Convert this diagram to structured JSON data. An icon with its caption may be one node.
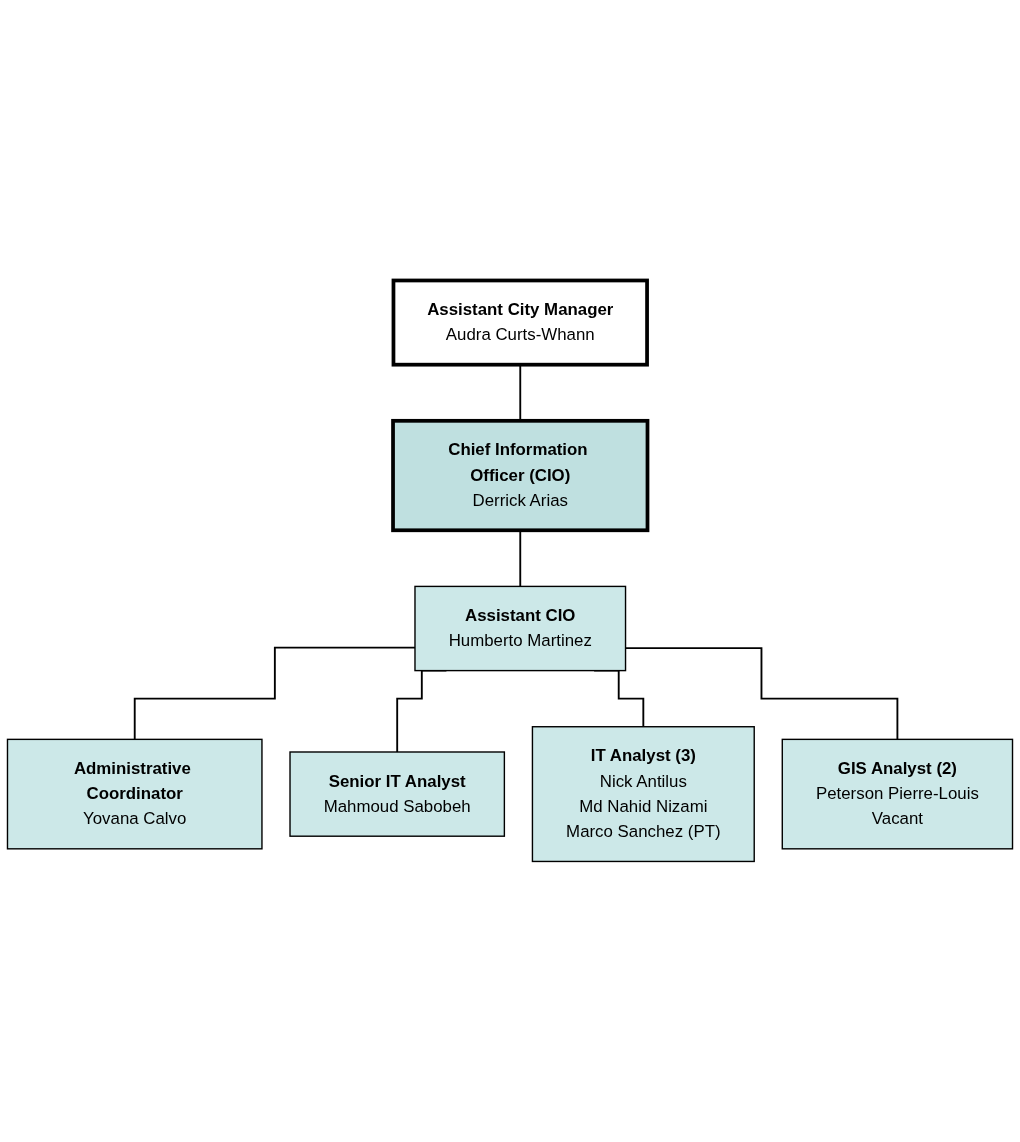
{
  "diagram": {
    "nodes": [
      {
        "text": [
          "Assistant City Manager",
          "Audra Curts-Whann"
        ]
      },
      {
        "text": [
          "Chief Information Officer (CIO)",
          "Derrick Arias"
        ]
      },
      {
        "text": [
          "Assistant CIO",
          "Humberto Martinez"
        ]
      },
      {
        "text": [
          "Administrative Coordinator",
          "Yovana Calvo"
        ]
      },
      {
        "text": [
          "Senior IT Analyst",
          "Mahmoud Sabobeh"
        ]
      },
      {
        "text": [
          "IT Analyst (3)",
          "Nick Antilus",
          "Md Nahid Nizami",
          "Marco Sanchez (PT)"
        ]
      },
      {
        "text": [
          "GIS Analyst (2)",
          "Peterson Pierre-Louis",
          "Vacant"
        ]
      }
    ],
    "edges": [
      {
        "from": 0,
        "to": 1,
        "arrow": "none"
      },
      {
        "from": 1,
        "to": 2,
        "arrow": "none"
      },
      {
        "from": 2,
        "to": 3,
        "arrow": "none"
      },
      {
        "from": 2,
        "to": 4,
        "arrow": "none"
      },
      {
        "from": 2,
        "to": 5,
        "arrow": "none"
      },
      {
        "from": 2,
        "to": 6,
        "arrow": "none"
      }
    ]
  }
}
